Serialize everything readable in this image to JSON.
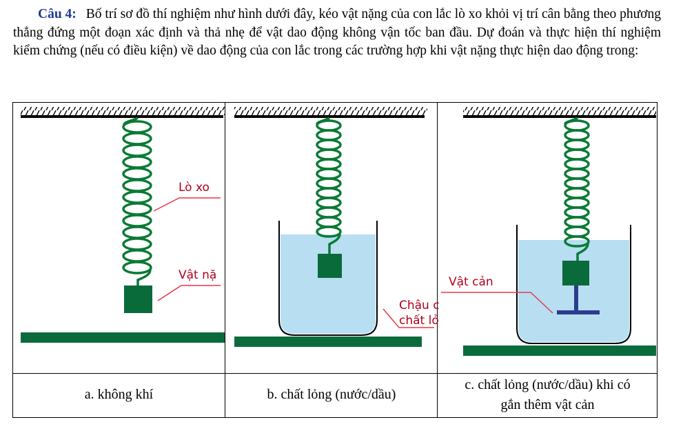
{
  "question": {
    "label": "Câu 4:",
    "text": "Bố trí sơ đồ thí nghiệm như hình dưới đây, kéo vật nặng của con lắc lò xo khỏi vị trí cân bằng theo phương thẳng đứng một đoạn xác định và thả nhẹ để vật dao động không vận tốc ban đầu. Dự đoán và thực hiện thí nghiệm kiểm chứng (nếu có điều kiện) về dao động của con lắc trong các trường hợp khi vật nặng thực hiện dao động trong:"
  },
  "labels": {
    "spring": "Lò xo",
    "weight": "Vật nặ",
    "container_1": "Chậu c",
    "container_2": "chất lỏ",
    "obstacle": "Vật cản"
  },
  "captions": {
    "a": "a. không khí",
    "b": "b. chất lỏng (nước/dầu)",
    "c_line1": "c. chất lỏng (nước/dầu) khi có",
    "c_line2": "gắn thêm vật cản"
  },
  "colors": {
    "spring": "#0a7a35",
    "weight": "#0a6b3a",
    "ground": "#0c6b3d",
    "liquid": "#b8def2",
    "label": "#b0001b",
    "leader": "#e8364a",
    "obstacle": "#2a3d8f",
    "question_label": "#1f3a93"
  }
}
